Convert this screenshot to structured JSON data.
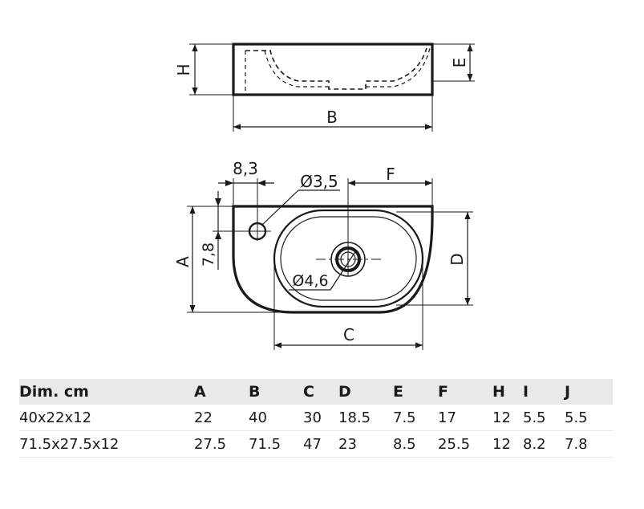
{
  "drawing": {
    "side_view": {
      "label_h": "H",
      "label_e": "E",
      "label_b": "B"
    },
    "top_view": {
      "label_offset": "8,3",
      "label_tap_hole": "Ø3,5",
      "label_f": "F",
      "label_a": "A",
      "label_i": "7,8",
      "label_d": "D",
      "label_drain": "Ø4,6",
      "label_c": "C"
    }
  },
  "table": {
    "headers": [
      "Dim. cm",
      "A",
      "B",
      "C",
      "D",
      "E",
      "F",
      "H",
      "I",
      "J"
    ],
    "rows": [
      [
        "40x22x12",
        "22",
        "40",
        "30",
        "18.5",
        "7.5",
        "17",
        "12",
        "5.5",
        "5.5"
      ],
      [
        "71.5x27.5x12",
        "27.5",
        "71.5",
        "47",
        "23",
        "8.5",
        "25.5",
        "12",
        "8.2",
        "7.8"
      ]
    ]
  }
}
